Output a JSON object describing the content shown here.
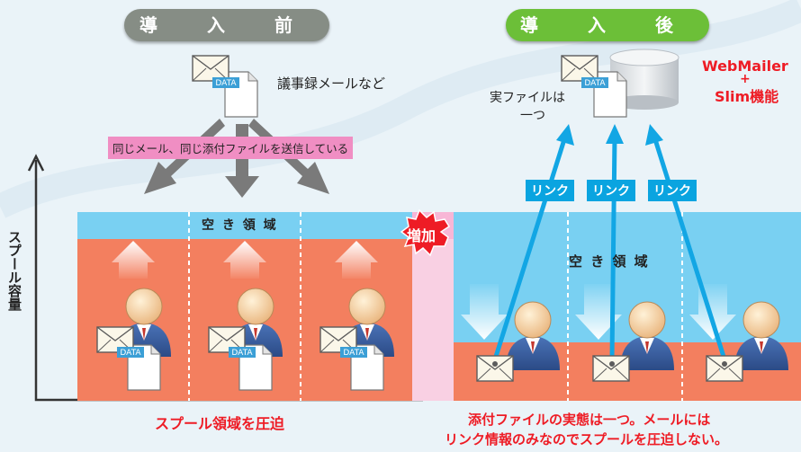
{
  "before": {
    "title": "導 入 前",
    "mail_label": "議事録メールなど",
    "send_note": "同じメール、同じ添付ファイルを送信している",
    "free_space": "空 き 領 域",
    "caption": "スプール領域を圧迫"
  },
  "after": {
    "title": "導 入 後",
    "file_note_line1": "実ファイルは",
    "file_note_line2": "一つ",
    "product_line1": "WebMailer",
    "product_plus": "+",
    "product_line2": "Slim機能",
    "link_labels": [
      "リンク",
      "リンク",
      "リンク"
    ],
    "increase_badge": "増加",
    "free_space": "空 き 領 域",
    "caption_line1": "添付ファイルの実態は一つ。メールには",
    "caption_line2": "リンク情報のみなのでスプールを圧迫しない。"
  },
  "axis": {
    "ylabel": "スプール容量"
  },
  "icon_text": {
    "data": "DATA"
  },
  "colors": {
    "before_pill": "#868d85",
    "after_pill": "#6cbf38",
    "spool_used": "#f37f5f",
    "free_space": "#79d0f2",
    "link_arrow": "#12a6e4",
    "accent_red": "#ee1c25",
    "note_pink": "#f08ec3"
  }
}
